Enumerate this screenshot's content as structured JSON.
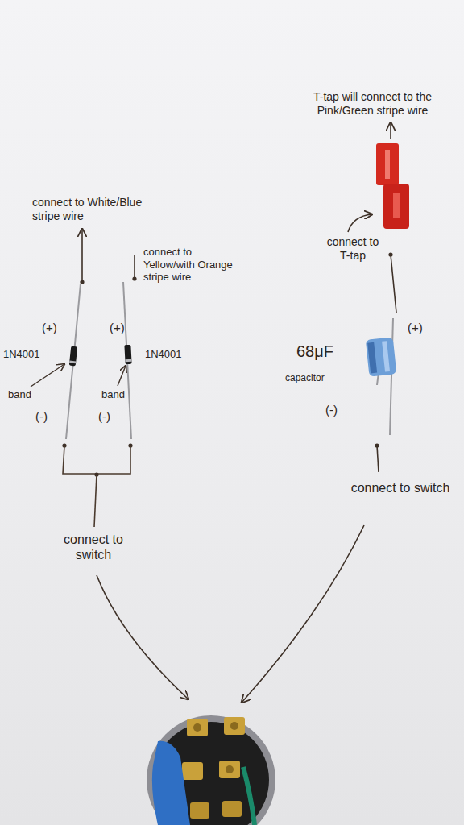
{
  "diagram": {
    "labels": [
      "T-tap will connect to the Pink/Green stripe wire",
      "connect to White/Blue stripe wire",
      "connect to Yellow/with Orange stripe wire",
      "connect to T-tap",
      "(+)",
      "(+)",
      "(+)",
      "1N4001",
      "1N4001",
      "68μF",
      "capacitor",
      "band",
      "band",
      "(-)",
      "(-)",
      "(-)",
      "connect to switch",
      "connect to switch"
    ]
  }
}
